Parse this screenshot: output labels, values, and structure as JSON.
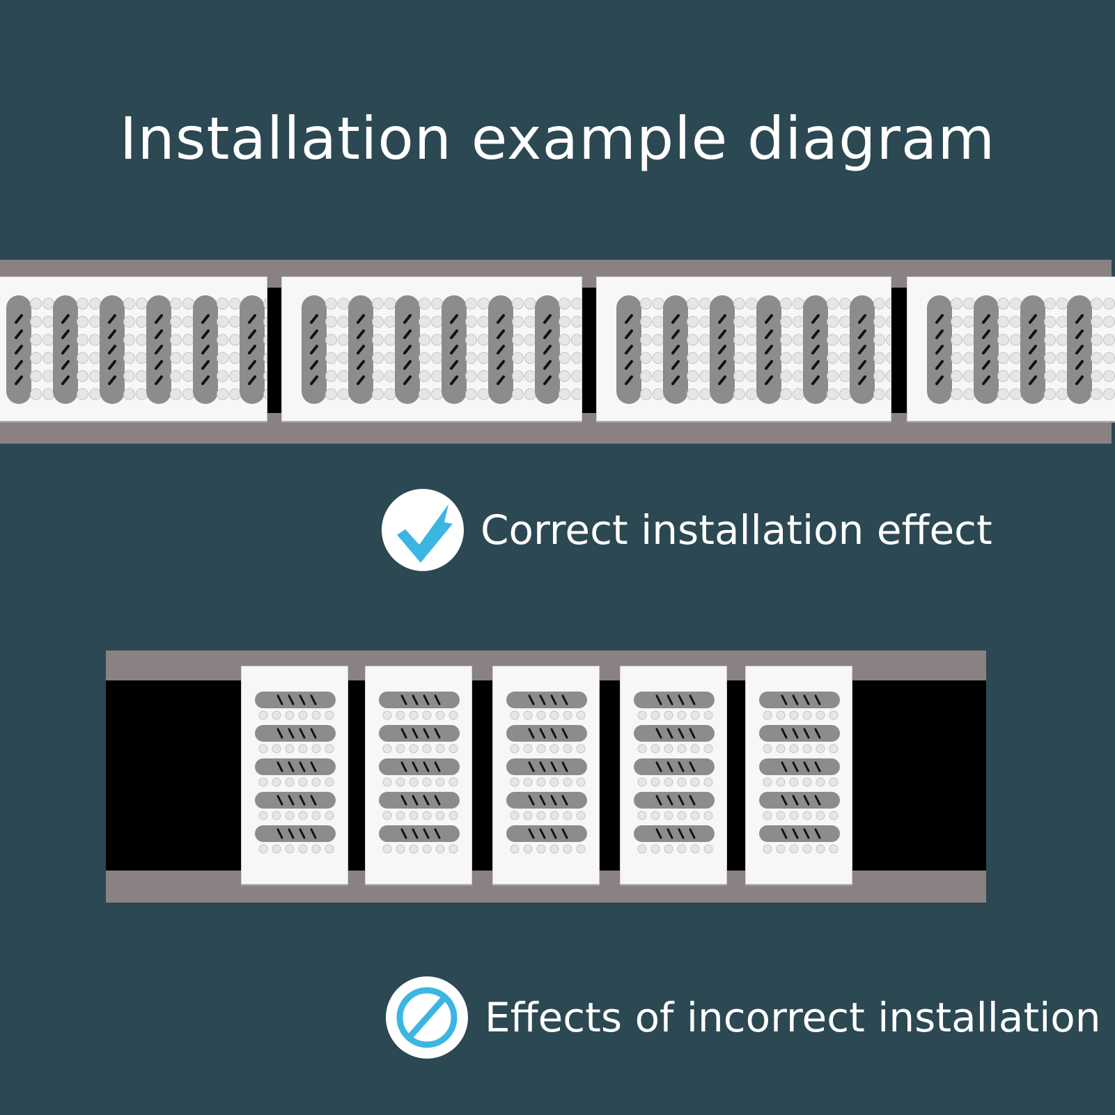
{
  "title": "Installation example diagram",
  "correct": {
    "label": "Correct installation effect",
    "icon": "checkmark-icon"
  },
  "incorrect": {
    "label": "Effects of incorrect installation",
    "icon": "prohibited-icon"
  },
  "colors": {
    "background": "#2c4852",
    "strip": "#8a8282",
    "gap": "#000000",
    "tile": "#f7f7f8",
    "slot": "#8c8c8c",
    "check": "#3bb6e3"
  }
}
